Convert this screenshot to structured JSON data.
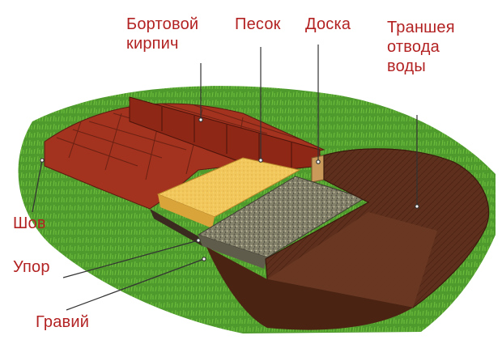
{
  "labels": {
    "curb_brick": "Бортовой\nкирпич",
    "sand": "Песок",
    "board": "Доска",
    "drain_trench": "Траншея\nотвода\nводы",
    "seam": "Шов",
    "stop": "Упор",
    "gravel": "Гравий"
  },
  "colors": {
    "label_text": "#b32222",
    "grass": "#4f9a2c",
    "brick": "#a3321e",
    "sand": "#f0c75a",
    "gravel": "#7a7a64",
    "soil": "#5a2d1a",
    "board": "#c99a5a"
  }
}
